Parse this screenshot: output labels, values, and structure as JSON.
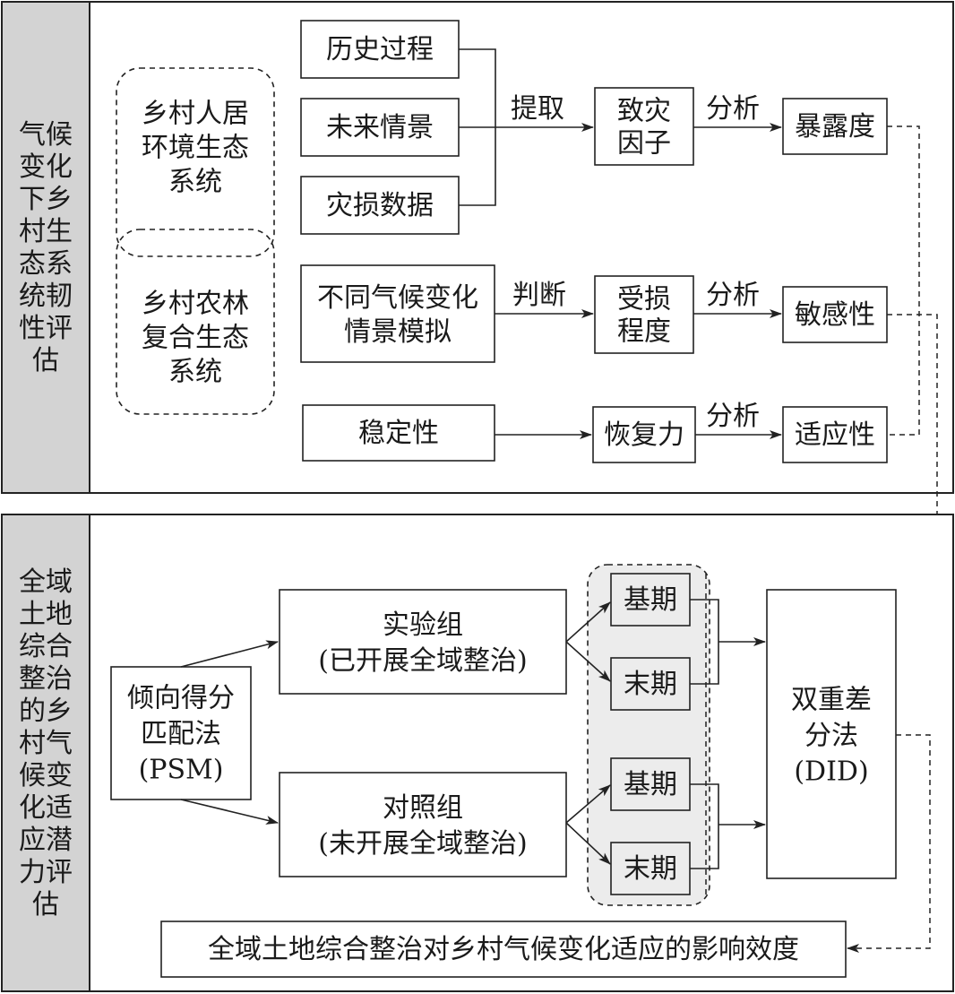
{
  "top_section": {
    "title": "气候变化下乡村生态系统韧性评估",
    "ecosystem_1": "乡村人居环境生态系统",
    "ecosystem_2": "乡村农林复合生态系统",
    "inputs": [
      "历史过程",
      "未来情景",
      "灾损数据"
    ],
    "extract_label": "提取",
    "hazard_factor": "致灾因子",
    "analysis_label": "分析",
    "exposure": "暴露度",
    "scenario_sim": "不同气候变化情景模拟",
    "judge_label": "判断",
    "damage_degree": "受损程度",
    "sensitivity": "敏感性",
    "stability": "稳定性",
    "recovery": "恢复力",
    "adaptability": "适应性"
  },
  "bottom_section": {
    "title": "全域土地综合整治的乡村气候变化适应潜力评估",
    "psm": "倾向得分匹配法(PSM)",
    "treatment_group": "实验组",
    "treatment_note": "(已开展全域整治)",
    "control_group": "对照组",
    "control_note": "(未开展全域整治)",
    "base_period": "基期",
    "end_period": "末期",
    "did": "双重差分法(DID)",
    "result": "全域土地综合整治对乡村气候变化适应的影响效度"
  }
}
